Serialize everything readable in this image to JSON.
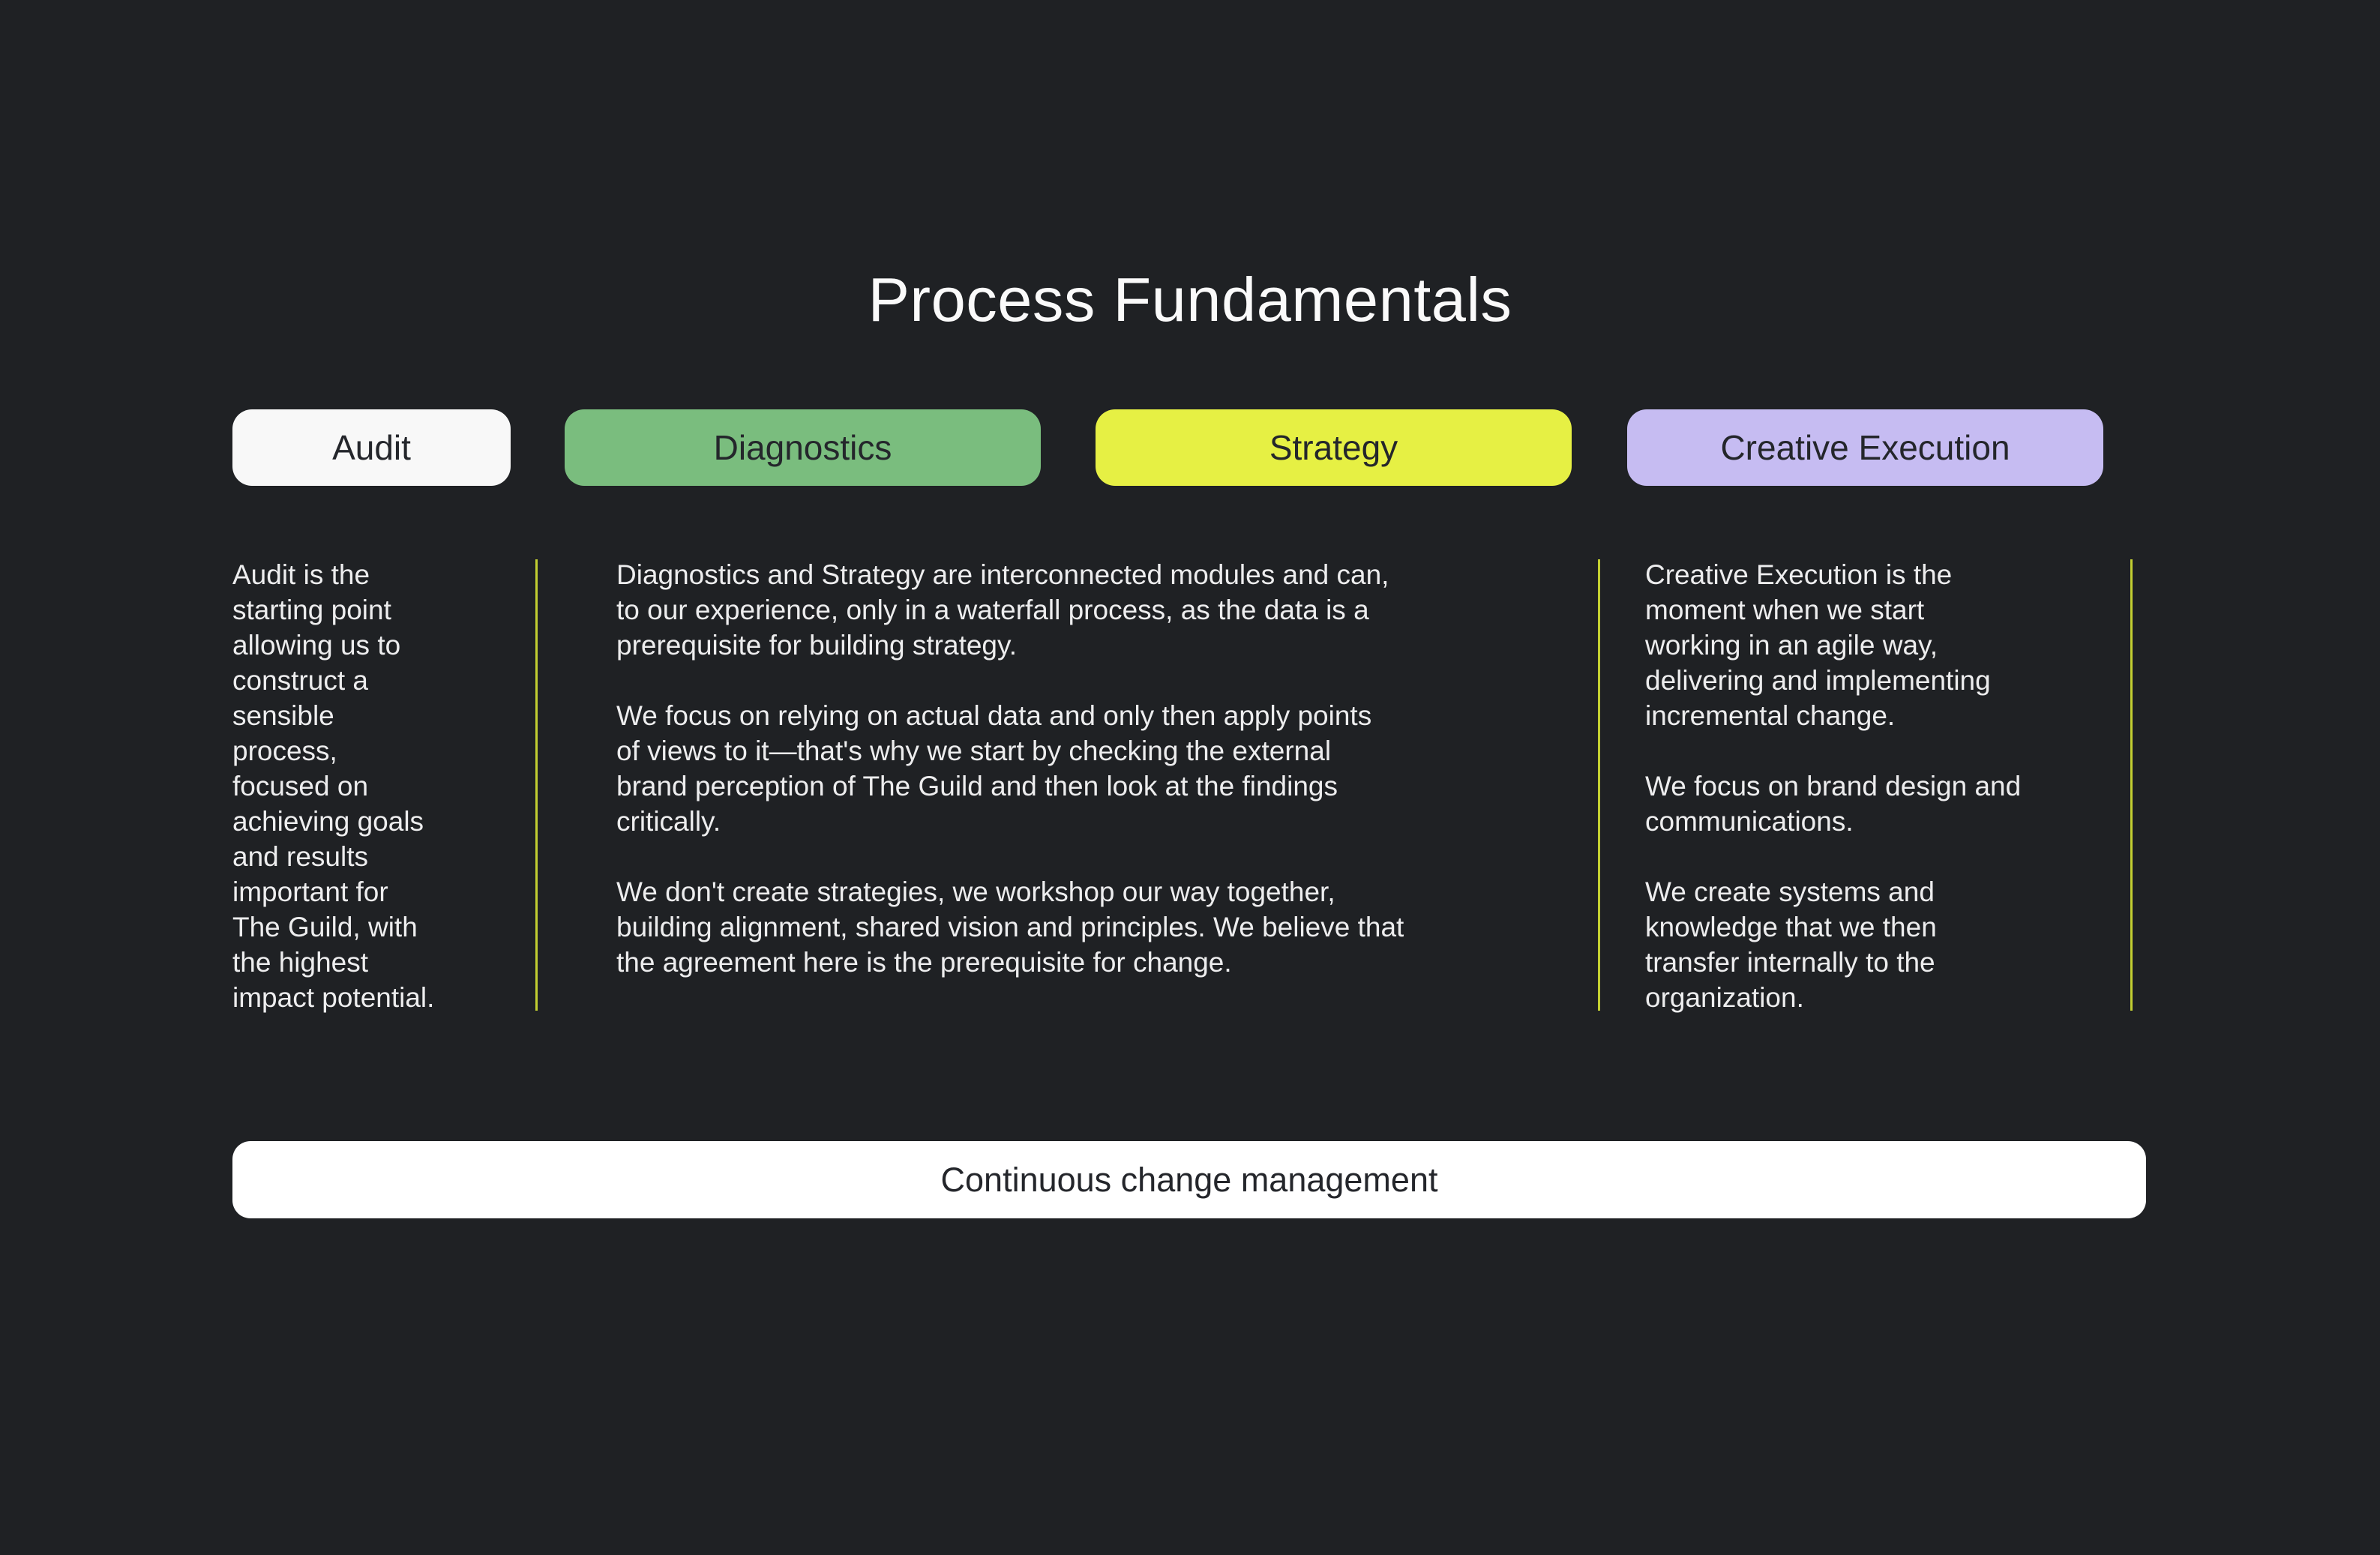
{
  "slide": {
    "title": "Process Fundamentals",
    "background_color": "#1f2124",
    "body_text_color": "#ededee"
  },
  "pills": [
    {
      "label": "Audit",
      "color": "#f8f8f8"
    },
    {
      "label": "Diagnostics",
      "color": "#7abd7e"
    },
    {
      "label": "Strategy",
      "color": "#e6f044"
    },
    {
      "label": "Creative Execution",
      "color": "#c6bcf2"
    }
  ],
  "columns": [
    {
      "paragraphs": [
        "Audit is the\nstarting point\nallowing us to\nconstruct a\nsensible\nprocess,\nfocused on\nachieving goals\nand results\nimportant for\nThe Guild, with\nthe highest\nimpact potential."
      ]
    },
    {
      "paragraphs": [
        "Diagnostics and Strategy are interconnected modules and can,\nto our experience, only in a waterfall process, as the data is a\nprerequisite for building strategy.",
        "We focus on relying on actual data and only then apply points\nof views to it—that's why we start by checking the external\nbrand perception of The Guild and then look at the findings\ncritically.",
        "We don't create strategies, we workshop our way together,\nbuilding alignment, shared vision and principles. We believe that\nthe agreement here is the prerequisite for change."
      ]
    },
    {
      "paragraphs": [
        "Creative Execution is the\nmoment when we start\nworking in an agile way,\ndelivering and implementing\nincremental change.",
        "We focus on brand design and\ncommunications.",
        "We create systems and\nknowledge that we then\ntransfer internally to the\norganization."
      ]
    }
  ],
  "separator_color": "#c2cf31",
  "footer": {
    "label": "Continuous change management",
    "color": "#ffffff"
  }
}
